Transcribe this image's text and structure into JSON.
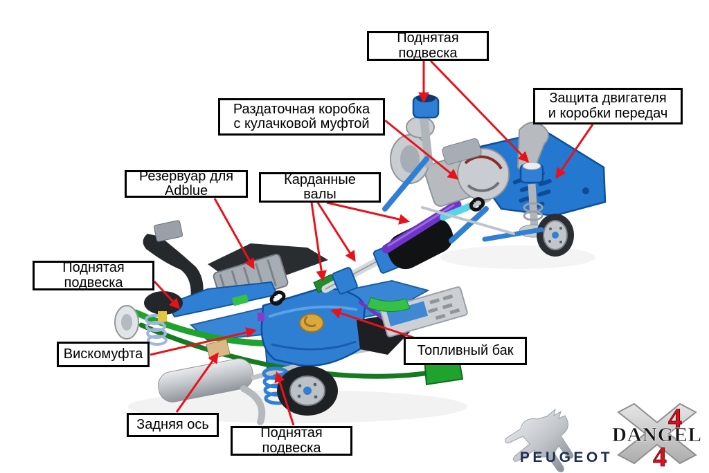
{
  "diagram": {
    "type": "vehicle-4x4-conversion-cutaway",
    "language": "ru",
    "callouts": {
      "suspension_top": {
        "line1": "Поднятая",
        "line2": "подвеска"
      },
      "transfer_case": {
        "line1": "Раздаточная коробка",
        "line2": "с кулачковой муфтой"
      },
      "engine_protection": {
        "line1": "Защита двигателя",
        "line2": "и коробки передач"
      },
      "adblue_reservoir": {
        "line1": "Резервуар для",
        "line2": "Adblue"
      },
      "driveshafts": {
        "line1": "Карданные",
        "line2": "валы"
      },
      "suspension_left": {
        "line1": "Поднятая",
        "line2": "подвеска"
      },
      "viscous_coupling": {
        "text": "Вискомуфта"
      },
      "fuel_tank": {
        "text": "Топливный бак"
      },
      "rear_axle": {
        "text": "Задняя ось"
      },
      "suspension_bottom": {
        "line1": "Поднятая",
        "line2": "подвеска"
      }
    },
    "colors": {
      "arrow_red": "#e8121a",
      "frame_blue": "#2f80d4",
      "skid_plate_blue": "#2478cf",
      "driveshaft_purple": "#6f35c9",
      "shaft_cyan": "#53d6e8",
      "sway_bar_green": "#1fa22e",
      "metal_silver": "#c6c9cd",
      "plastic_black": "#1e2124",
      "cap_gold": "#d9a93f"
    }
  },
  "logos": {
    "peugeot": {
      "brand": "PEUGEOT",
      "navy": "#1c2e52"
    },
    "dangel": {
      "brand": "DANGEL",
      "four_top": "4",
      "four_bottom": "4",
      "red": "#d6121f"
    }
  }
}
